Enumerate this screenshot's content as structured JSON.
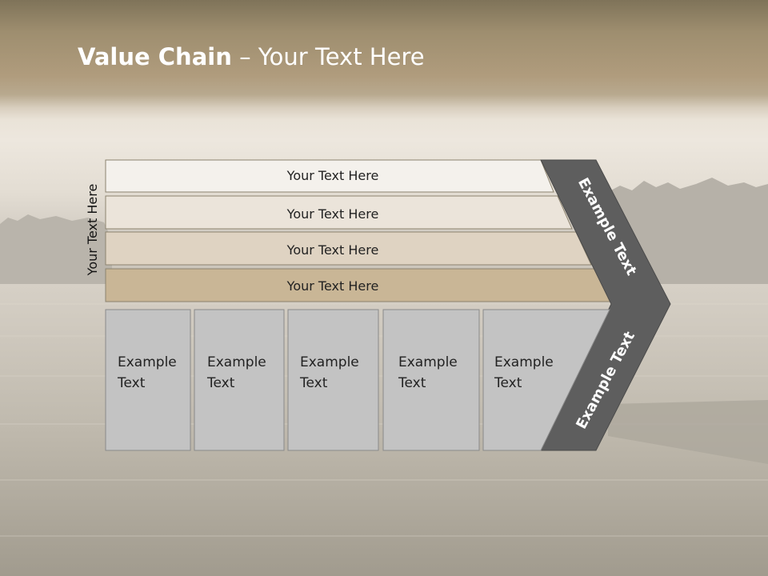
{
  "title": {
    "bold": "Value Chain",
    "rest": " – Your Text Here"
  },
  "side_label": "Your Text Here",
  "bars": [
    {
      "label": "Your Text Here",
      "fill": "#f4f1ec"
    },
    {
      "label": "Your Text Here",
      "fill": "#ebe4da"
    },
    {
      "label": "Your Text Here",
      "fill": "#dfd3c2"
    },
    {
      "label": "Your Text Here",
      "fill": "#c9b696"
    }
  ],
  "boxes": [
    {
      "line1": "Example",
      "line2": "Text"
    },
    {
      "line1": "Example",
      "line2": "Text"
    },
    {
      "line1": "Example",
      "line2": "Text"
    },
    {
      "line1": "Example",
      "line2": "Text"
    },
    {
      "line1": "Example",
      "line2": "Text"
    }
  ],
  "chevron": {
    "upper_label": "Example Text",
    "lower_label": "Example Text",
    "fill": "#5e5e5e"
  },
  "colors": {
    "box_fill": "#c3c3c3",
    "box_stroke": "#8a8a8a",
    "bar_stroke": "#8c836f"
  }
}
